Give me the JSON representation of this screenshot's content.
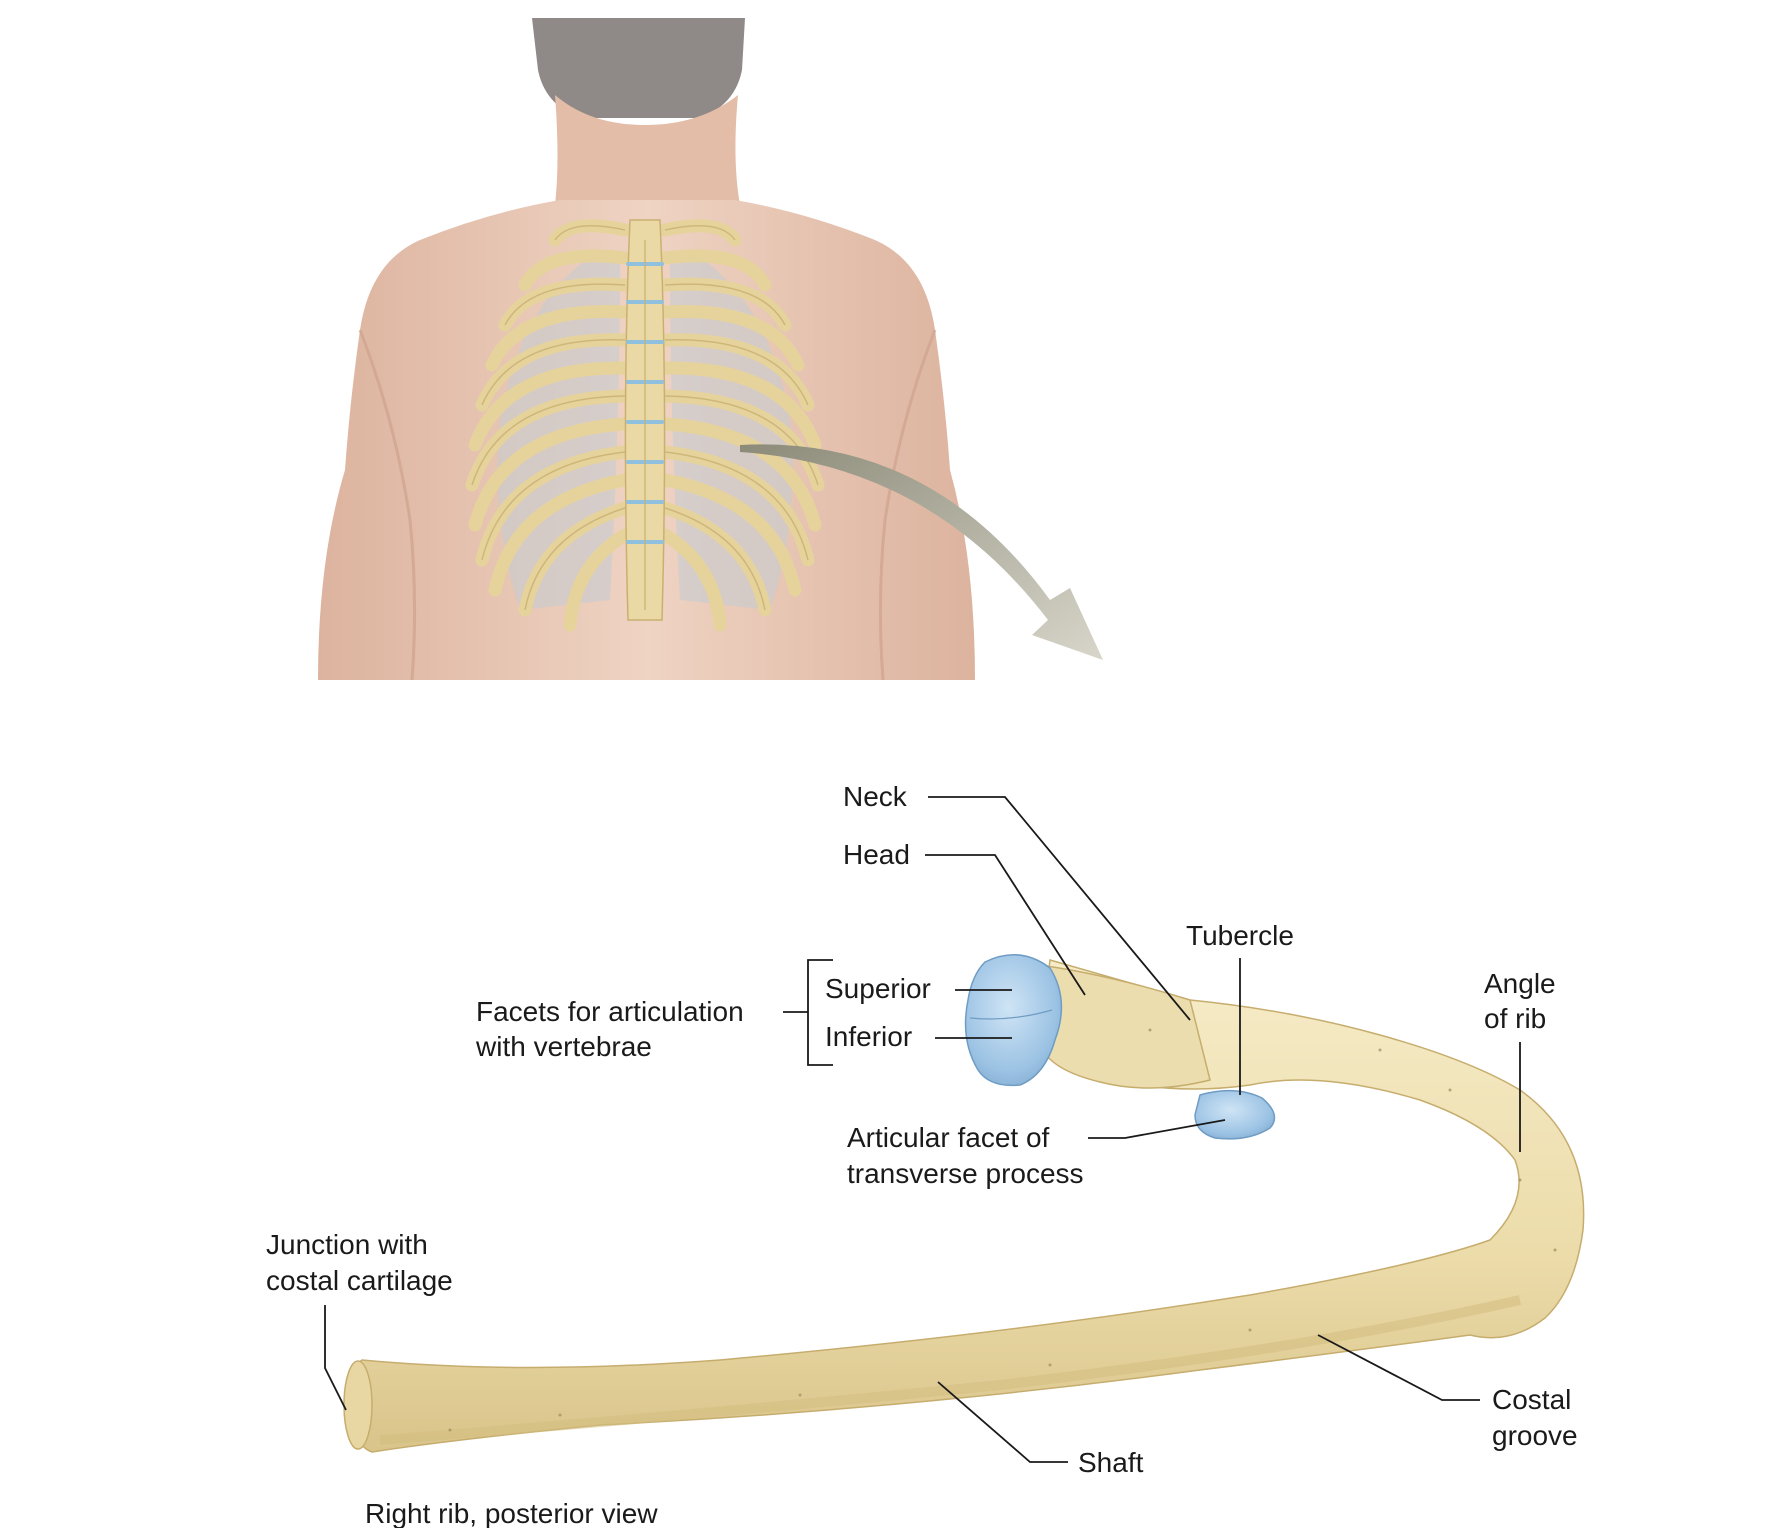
{
  "labels": {
    "neck": "Neck",
    "head": "Head",
    "tubercle": "Tubercle",
    "angle_of_rib": [
      "Angle",
      "of rib"
    ],
    "facets_group": [
      "Facets for articulation",
      "with vertebrae"
    ],
    "superior": "Superior",
    "inferior": "Inferior",
    "articular_facet": [
      "Articular facet of",
      "transverse process"
    ],
    "junction": [
      "Junction with",
      "costal cartilage"
    ],
    "costal_groove": [
      "Costal",
      "groove"
    ],
    "shaft": "Shaft"
  },
  "caption": "Right rib, posterior view",
  "colors": {
    "skin": "#e9c9b6",
    "skin_shadow": "#d9b19c",
    "bone": "#efe3b8",
    "bone_shadow": "#d8c58c",
    "cartilage_blue": "#9fc6e6",
    "hair": "#8f8a87",
    "arrow": "#c9c7b8"
  }
}
